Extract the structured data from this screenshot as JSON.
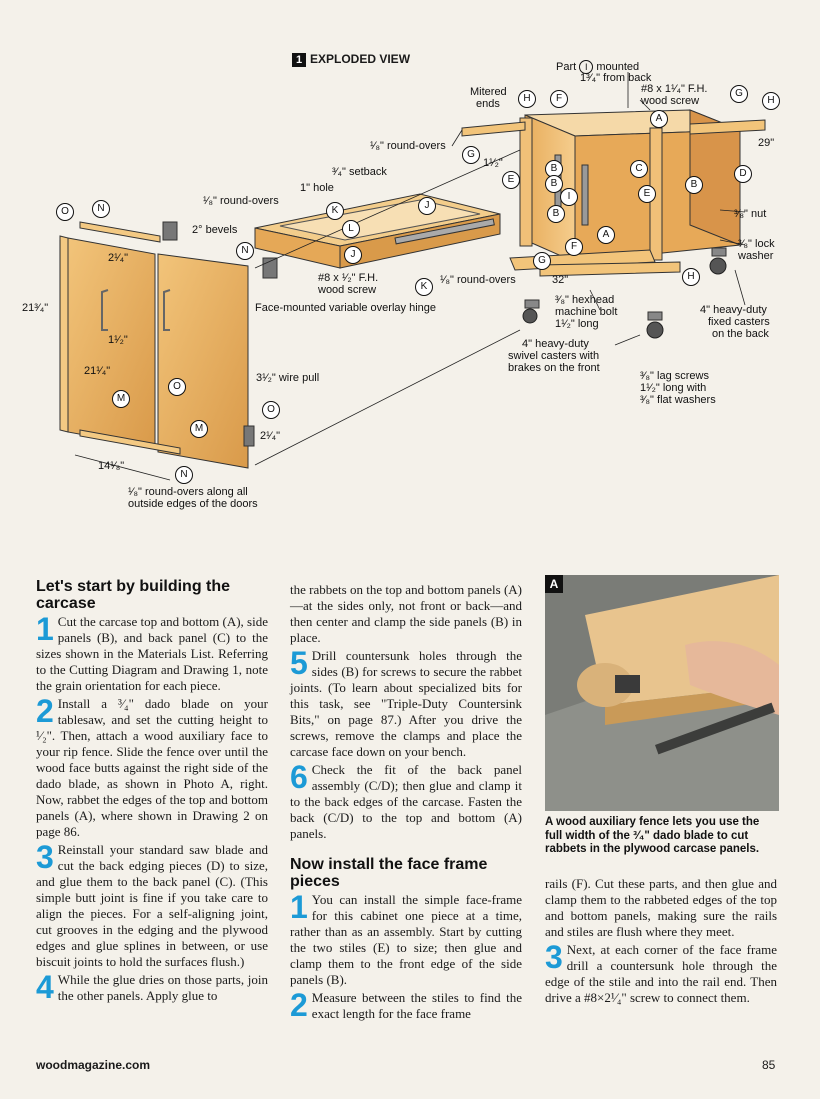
{
  "drawing": {
    "badge": "1",
    "title": "EXPLODED VIEW",
    "labels": {
      "part_i_mounted": "Part",
      "part_i_mounted_2": "mounted",
      "from_back": "1³⁄₄\" from back",
      "mitered_ends": "Mitered",
      "mitered_ends_2": "ends",
      "wood_screw_1": "#8 x 1¹⁄₄\" F.H.",
      "wood_screw_1b": "wood screw",
      "roundovers_1": "¹⁄₈\" round-overs",
      "dim_1_5": "1¹⁄₂\"",
      "dim_29": "29\"",
      "setback": "³⁄₄\" setback",
      "hole": "1\" hole",
      "roundovers_2": "¹⁄₈\" round-overs",
      "bevels": "2° bevels",
      "nut": "³⁄₈\" nut",
      "lock_washer": "³⁄₈\" lock",
      "lock_washer_2": "washer",
      "dim_2_25_a": "2¹⁄₄\"",
      "dim_21_75": "21³⁄₄\"",
      "dim_1_5_b": "1¹⁄₂\"",
      "dim_21_25": "21¹⁄₄\"",
      "wood_screw_2": "#8 x ¹⁄₂\" F.H.",
      "wood_screw_2b": "wood screw",
      "roundovers_3": "¹⁄₈\" round-overs",
      "dim_32": "32\"",
      "hinge": "Face-mounted variable overlay hinge",
      "hex_bolt": "³⁄₈\" hexhead",
      "hex_bolt_2": "machine bolt",
      "hex_bolt_3": "1¹⁄₂\" long",
      "fixed_casters": "4\" heavy-duty",
      "fixed_casters_2": "fixed casters",
      "fixed_casters_3": "on the back",
      "swivel_casters": "4\" heavy-duty",
      "swivel_casters_2": "swivel casters with",
      "swivel_casters_3": "brakes on the front",
      "wire_pull": "3¹⁄₂\" wire pull",
      "lag_screws": "³⁄₈\" lag screws",
      "lag_screws_2": "1¹⁄₂\" long with",
      "lag_screws_3": "³⁄₈\" flat washers",
      "dim_2_25_b": "2¹⁄₄\"",
      "dim_14_125": "14¹⁄₈\"",
      "door_roundovers": "¹⁄₈\" round-overs along all",
      "door_roundovers_2": "outside edges of the doors"
    }
  },
  "article": {
    "heading1": "Let's start by building the carcase",
    "step1_num": "1",
    "step1": "Cut the carcase top and bottom (A), side panels (B), and back panel (C) to the sizes shown in the Materials List. Referring to the Cutting Diagram and Drawing 1, note the grain orientation for each piece.",
    "step2_num": "2",
    "step2": "Install a ³⁄₄\" dado blade on your tablesaw, and set the cutting height to ¹⁄₂\". Then, attach a wood auxiliary face to your rip fence. Slide the fence over until the wood face butts against the right side of the dado blade, as shown in Photo A, right. Now, rabbet the edges of the top and bottom panels (A), where shown in Drawing 2 on page 86.",
    "step3_num": "3",
    "step3": "Reinstall your standard saw blade and cut the back edging pieces (D) to size, and glue them to the back panel (C). (This simple butt joint is fine if you take care to align the pieces. For a self-aligning joint, cut grooves in the edging and the plywood edges and glue splines in between, or use biscuit joints to hold the surfaces flush.)",
    "step4_num": "4",
    "step4": "While the glue dries on those parts, join the other panels. Apply glue to",
    "col2_cont": "the rabbets on the top and bottom panels (A)—at the sides only, not front or back—and then center and clamp the side panels (B) in place.",
    "step5_num": "5",
    "step5": "Drill countersunk holes through the sides (B) for screws to secure the rabbet joints. (To learn about specialized bits for this task, see \"Triple-Duty Countersink Bits,\" on page 87.) After you drive the screws, remove the clamps and place the carcase face down on your bench.",
    "step6_num": "6",
    "step6": "Check the fit of the back panel assembly (C/D); then glue and clamp it to the back edges of the carcase. Fasten the back (C/D) to the top and bottom (A) panels.",
    "heading2": "Now install the face frame pieces",
    "f1_num": "1",
    "f1": "You can install the simple face-frame for this cabinet one piece at a time, rather than as an assembly. Start by cutting the two stiles (E) to size; then glue and clamp them to the front edge of the side panels (B).",
    "f2_num": "2",
    "f2": "Measure between the stiles to find the exact length for the face frame",
    "col3_cont": "rails (F). Cut these parts, and then glue and clamp them to the rabbeted edges of the top and bottom panels, making sure the rails and stiles are flush where they meet.",
    "f3_num": "3",
    "f3": "Next, at each corner of the face frame drill a countersunk hole through the edge of the stile and into the rail end. Then drive a #8×2¹⁄₄\" screw to connect them."
  },
  "photo": {
    "badge": "A",
    "caption": "A wood auxiliary fence lets you use the full width of the ³⁄₄\" dado blade to cut rabbets in the plywood carcase panels."
  },
  "footer": {
    "site": "woodmagazine.com",
    "page": "85"
  },
  "colors": {
    "step_blue": "#1c9ad6",
    "paper": "#f4f1ea",
    "wood": "#e9b56a"
  }
}
